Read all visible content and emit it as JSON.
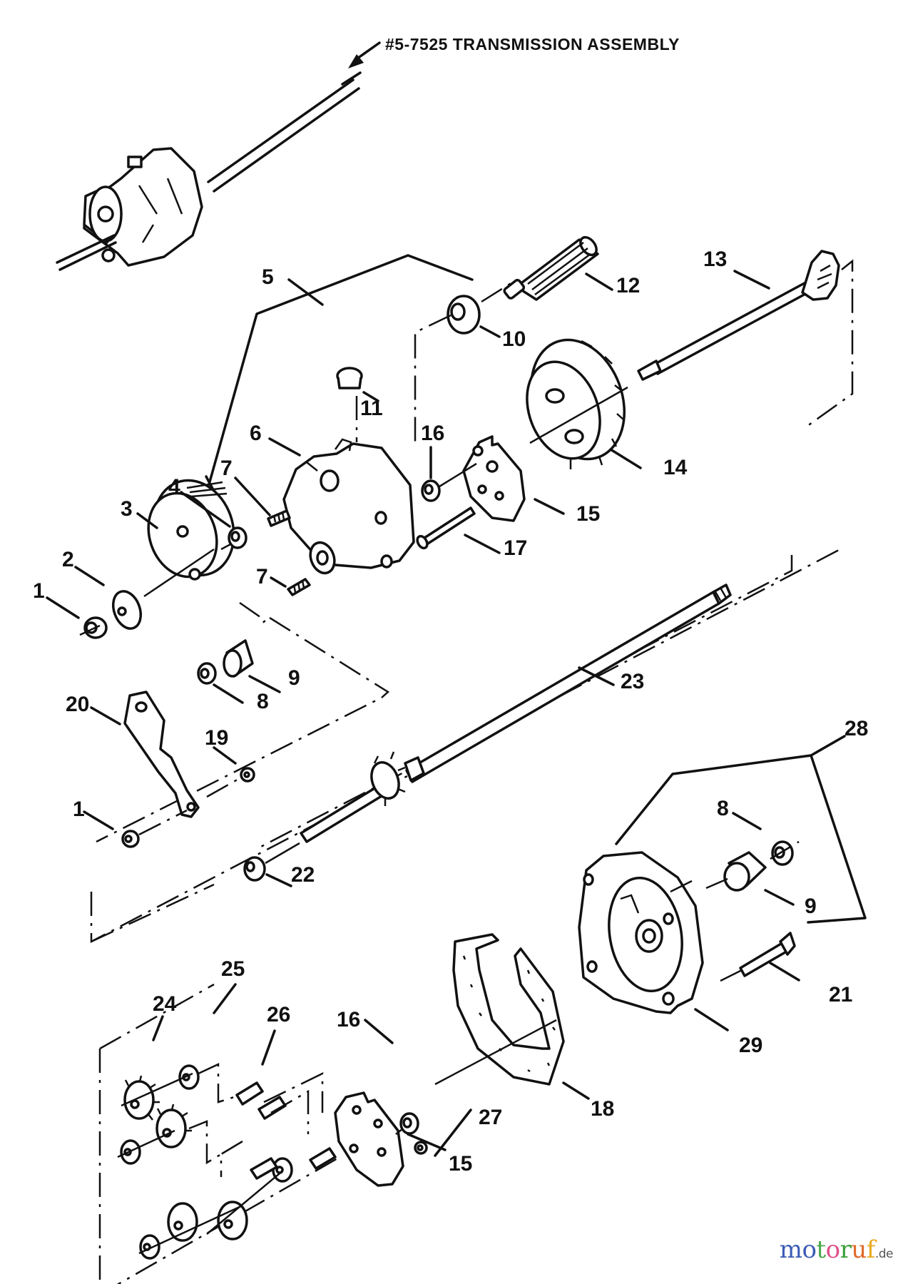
{
  "title": "#5-7525 TRANSMISSION ASSEMBLY",
  "callouts": {
    "c1a": "1",
    "c1b": "1",
    "c2": "2",
    "c3": "3",
    "c4": "4",
    "c5": "5",
    "c6": "6",
    "c7a": "7",
    "c7b": "7",
    "c8a": "8",
    "c8b": "8",
    "c9a": "9",
    "c9b": "9",
    "c10": "10",
    "c11": "11",
    "c12": "12",
    "c13": "13",
    "c14": "14",
    "c15a": "15",
    "c15b": "15",
    "c16a": "16",
    "c16b": "16",
    "c17": "17",
    "c18": "18",
    "c19": "19",
    "c20": "20",
    "c21": "21",
    "c22": "22",
    "c23": "23",
    "c24": "24",
    "c25": "25",
    "c26": "26",
    "c27": "27",
    "c28": "28",
    "c29": "29"
  },
  "watermark": {
    "letters": [
      "m",
      "o",
      "t",
      "o",
      "r",
      "u",
      "f"
    ],
    "colors": [
      "#3b5bb5",
      "#3b5bb5",
      "#4aa84a",
      "#e0508a",
      "#3aa03a",
      "#e06a2a",
      "#e8a820"
    ],
    "suffix": ".de"
  }
}
